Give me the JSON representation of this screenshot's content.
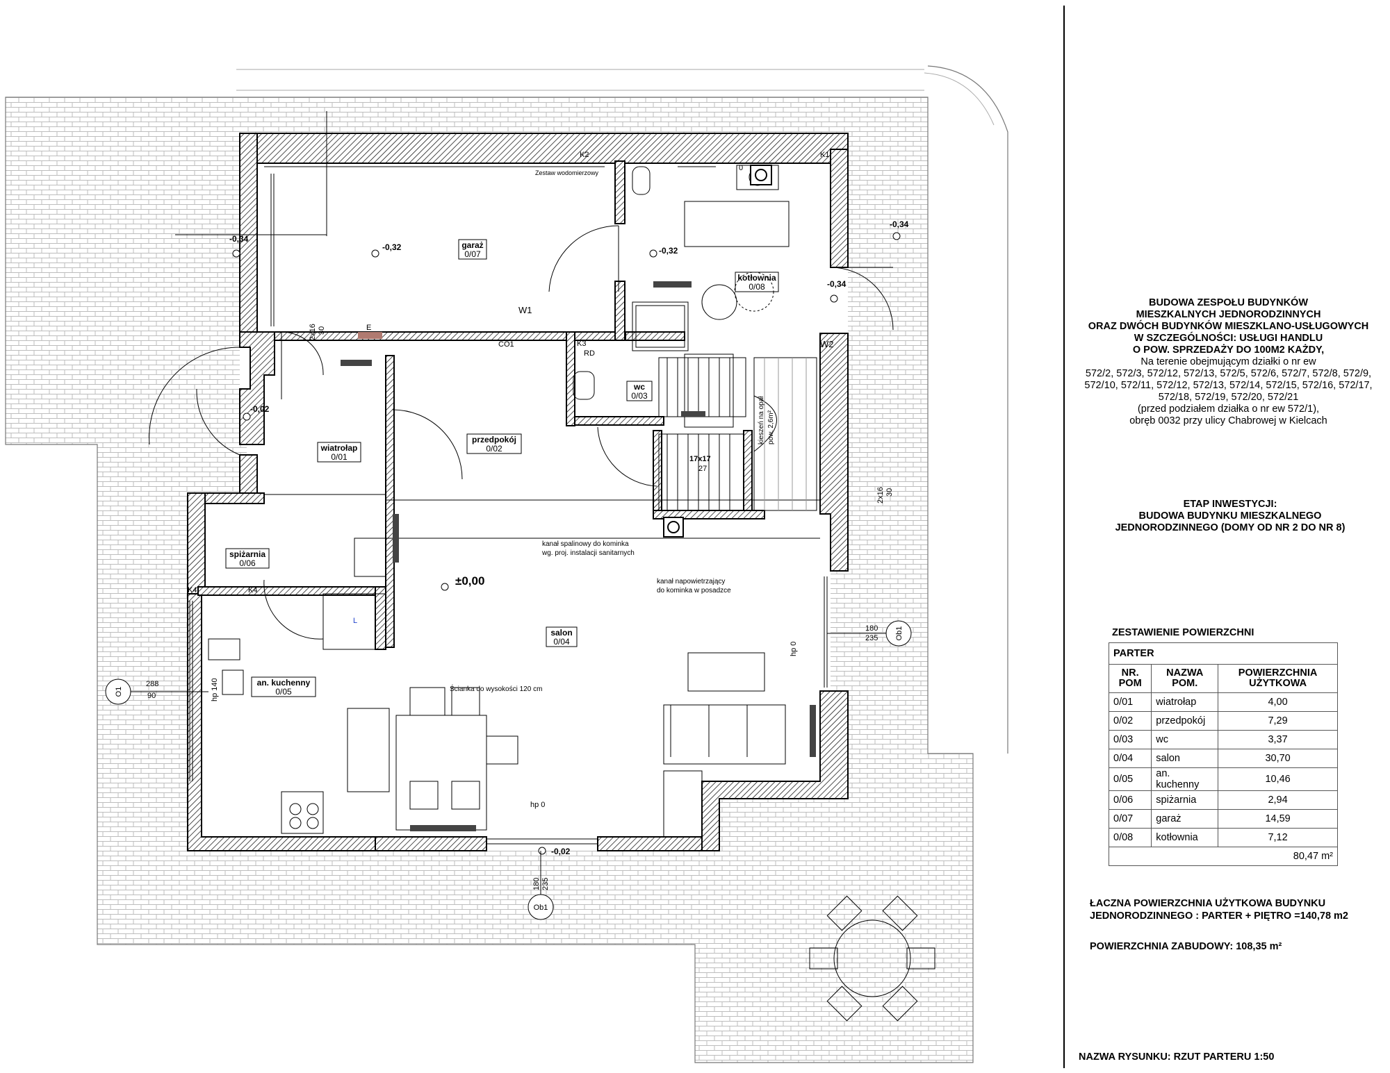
{
  "project": {
    "title_lines": [
      "BUDOWA ZESPOŁU BUDYNKÓW",
      "MIESZKALNYCH JEDNORODZINNYCH",
      "ORAZ DWÓCH BUDYNKÓW MIESZKLANO-USŁUGOWYCH",
      "W SZCZEGÓLNOŚCI: USŁUGI HANDLU",
      "O POW. SPRZEDAŻY DO 100M2 KAŻDY,"
    ],
    "location_lines": [
      "Na terenie obejmującym działki o nr ew",
      "572/2, 572/3, 572/12, 572/13, 572/5, 572/6, 572/7, 572/8, 572/9,",
      "572/10, 572/11, 572/12, 572/13,  572/14, 572/15, 572/16, 572/17,",
      "572/18, 572/19, 572/20, 572/21",
      "(przed podziałem działka o nr ew 572/1),",
      "obręb 0032 przy ulicy Chabrowej w Kielcach"
    ],
    "stage_lines": [
      "ETAP INWESTYCJI:",
      "BUDOWA BUDYNKU MIESZKALNEGO",
      "JEDNORODZINNEGO   (DOMY OD  NR 2 DO NR 8)"
    ]
  },
  "summary": {
    "title": "ZESTAWIENIE POWIERZCHNI",
    "floor": "PARTER",
    "headers": [
      "NR. POM",
      "NAZWA POM.",
      "POWIERZCHNIA UŻYTKOWA"
    ],
    "rows": [
      [
        "0/01",
        "wiatrołap",
        "4,00"
      ],
      [
        "0/02",
        "przedpokój",
        "7,29"
      ],
      [
        "0/03",
        "wc",
        "3,37"
      ],
      [
        "0/04",
        "salon",
        "30,70"
      ],
      [
        "0/05",
        "an. kuchenny",
        "10,46"
      ],
      [
        "0/06",
        "spiżarnia",
        "2,94"
      ],
      [
        "0/07",
        "garaż",
        "14,59"
      ],
      [
        "0/08",
        "kotłownia",
        "7,12"
      ]
    ],
    "total": "80,47 m²",
    "total_area_line1": "ŁACZNA POWIERZCHNIA UŻYTKOWA BUDYNKU",
    "total_area_line2": "JEDNORODZINNEGO : PARTER + PIĘTRO =140,78 m2",
    "built_area": "POWIERZCHNIA ZABUDOWY: 108,35 m²",
    "drawing_name": "NAZWA RYSUNKU: RZUT PARTERU 1:50"
  },
  "plan": {
    "rooms": [
      {
        "name": "garaż",
        "num": "0/07"
      },
      {
        "name": "kotłownia",
        "num": "0/08"
      },
      {
        "name": "wc",
        "num": "0/03"
      },
      {
        "name": "przedpokój",
        "num": "0/02"
      },
      {
        "name": "wiatrołap",
        "num": "0/01"
      },
      {
        "name": "spiżarnia",
        "num": "0/06"
      },
      {
        "name": "salon",
        "num": "0/04"
      },
      {
        "name": "an. kuchenny",
        "num": "0/05"
      }
    ],
    "levels": [
      "-0,34",
      "-0,32",
      "-0,32",
      "-0,34",
      "-0,34",
      "-0,02",
      "±0,00",
      "-0,02"
    ],
    "labels": {
      "k1": "K1",
      "k2": "K2",
      "k3": "K3",
      "k4": "K4",
      "k4b": "K4",
      "w1": "W1",
      "w2": "W2",
      "co1": "CO1",
      "rd": "RD",
      "e": "E",
      "l": "L",
      "water_meter": "Zestaw wodomierzowy",
      "flue_1": "kanał spalinowy do kominka",
      "flue_2": "wg. proj. instalacji sanitarnych",
      "air_1": "kanał napowietrzający",
      "air_2": "do kominka w posadzce",
      "wall_note": "Ścianka do wysokości 120 cm",
      "coal_1": "kieszeń na opał",
      "coal_2": "pow. 2,6m²",
      "stair": "17x17",
      "stair_n": "27",
      "vent_a": "2x16",
      "vent_b": "30",
      "vent_c": "2x16",
      "vent_d": "30",
      "zero": "0",
      "hp0_a": "hp 0",
      "hp0_b": "hp 0",
      "win_ob1_r_a": "180",
      "win_ob1_r_b": "235",
      "win_o1_a": "288",
      "win_o1_b": "90",
      "win_o1_hp": "hp 140",
      "win_ob1_b_a": "180",
      "win_ob1_b_b": "235",
      "ob1_r": "Ob1",
      "ob1_b": "Ob1",
      "o1": "O1"
    }
  }
}
